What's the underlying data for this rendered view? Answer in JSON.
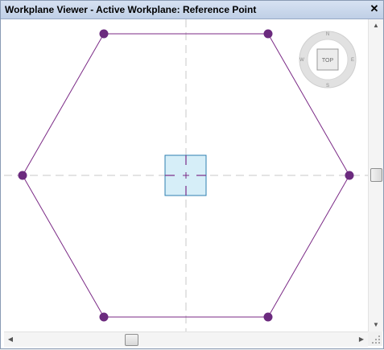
{
  "window": {
    "title": "Workplane Viewer - Active Workplane: Reference Point",
    "close_glyph": "✕"
  },
  "viewcube": {
    "face_label": "TOP",
    "compass": {
      "n": "N",
      "e": "E",
      "s": "S",
      "w": "W"
    }
  },
  "colors": {
    "shape_stroke": "#7b2a86",
    "vertex_fill": "#6b2a7e",
    "crosshair": "#c8c8c8",
    "reference_point_fill": "#d6eef8",
    "reference_point_stroke": "#2d7fb0"
  },
  "icons": {
    "close": "close-icon",
    "scroll_up": "arrow-up-icon",
    "scroll_down": "arrow-down-icon",
    "scroll_left": "arrow-left-icon",
    "scroll_right": "arrow-right-icon",
    "resize_grip": "resize-grip-icon"
  }
}
